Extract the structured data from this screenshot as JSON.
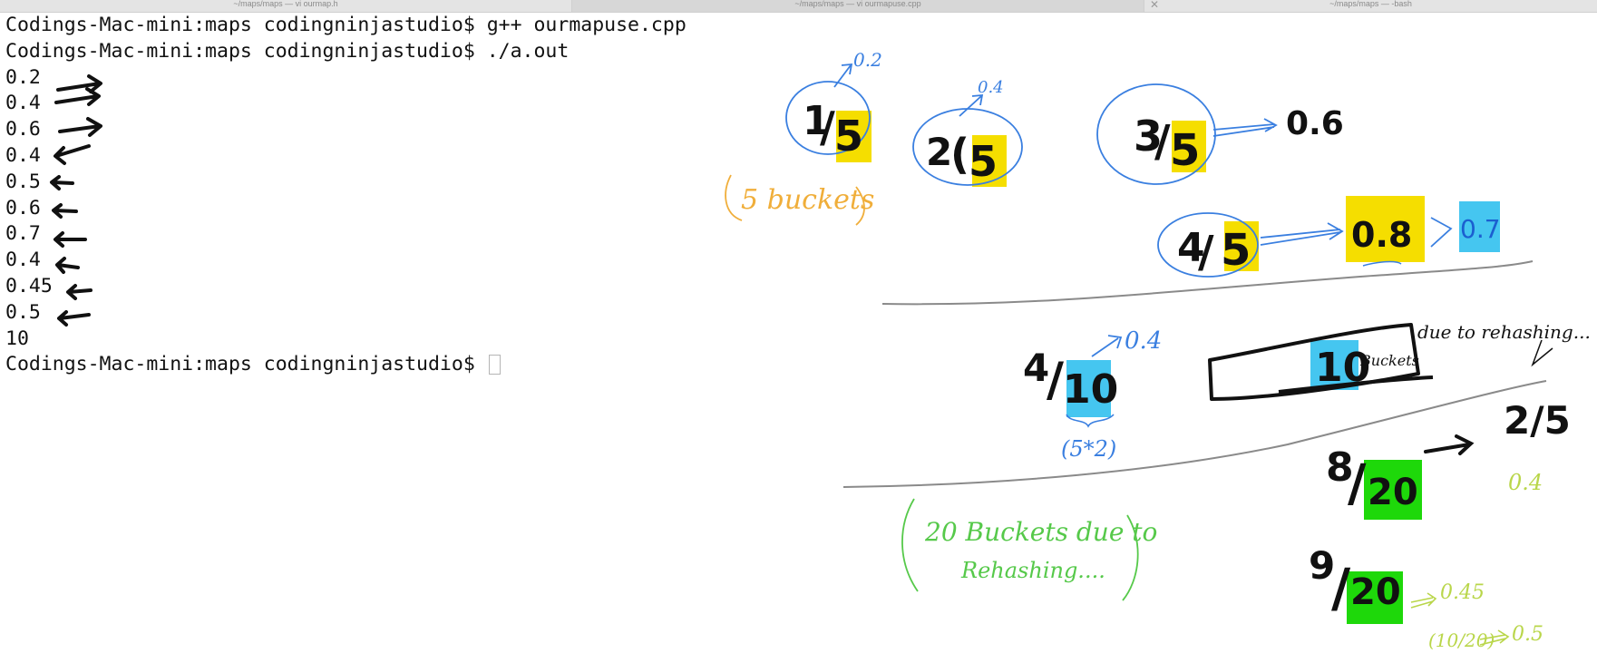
{
  "tabs": [
    {
      "label": "~/maps/maps — vi ourmap.h"
    },
    {
      "label": "~/maps/maps — vi ourmapuse.cpp"
    },
    {
      "label": "~/maps/maps — -bash"
    }
  ],
  "terminal": {
    "prompt": "Codings-Mac-mini:maps codingninjastudio$",
    "lines": [
      {
        "text": "Codings-Mac-mini:maps codingninjastudio$ g++ ourmapuse.cpp"
      },
      {
        "text": "Codings-Mac-mini:maps codingninjastudio$ ./a.out"
      },
      {
        "text": "0.2"
      },
      {
        "text": "0.4"
      },
      {
        "text": "0.6"
      },
      {
        "text": "0.4"
      },
      {
        "text": "0.5"
      },
      {
        "text": "0.6"
      },
      {
        "text": "0.7"
      },
      {
        "text": "0.4"
      },
      {
        "text": "0.45"
      },
      {
        "text": "0.5"
      },
      {
        "text": "10"
      }
    ]
  },
  "annotations": {
    "f1": {
      "num": "1",
      "den": "5",
      "val": "0.2"
    },
    "f2": {
      "num": "2",
      "den": "5",
      "val": "0.4"
    },
    "f3": {
      "num": "3",
      "den": "5",
      "val": "0.6"
    },
    "f4": {
      "num": "4",
      "den": "5",
      "val": "0.8",
      "val2": "0.7"
    },
    "buckets5": "5 buckets",
    "f5": {
      "num": "4",
      "den": "10",
      "val": "0.4",
      "sub": "(5*2)"
    },
    "buckets10": {
      "num": "10",
      "label": "Buckets",
      "note": "due to rehashing..."
    },
    "f6": {
      "num": "8",
      "den": "20",
      "result": "2/5",
      "val": "0.4"
    },
    "f7": {
      "num": "9",
      "den": "20",
      "val": "0.45",
      "extra": "(10/20)",
      "val2": "0.5"
    },
    "buckets20": {
      "line1": "20 Buckets due to",
      "line2": "Rehashing...."
    }
  },
  "colors": {
    "yellow": "#f5de00",
    "cyan": "#45c6f0",
    "green": "#1ed80a",
    "blueInk": "#3a7fe0",
    "orangeInk": "#f0ae3a",
    "greenInk": "#56c94a",
    "limeInk": "#b9d64a"
  }
}
